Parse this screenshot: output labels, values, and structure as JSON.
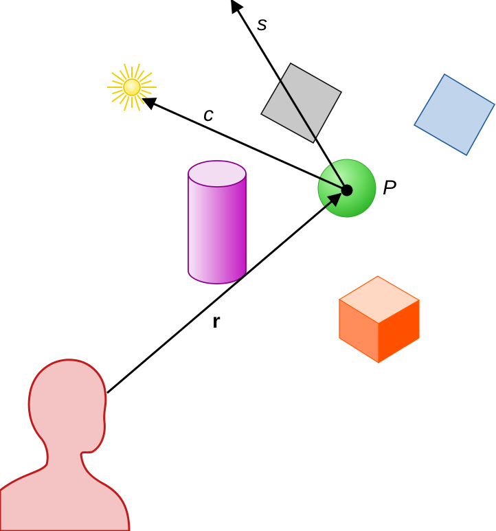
{
  "labels": {
    "point": "P",
    "shadow_ray": "s",
    "light_ray": "c",
    "view_ray": "r"
  },
  "colors": {
    "stroke": "#000000",
    "light": "#ffee44",
    "light_rays": "#f2d000",
    "gray_box": "#c8c8c8",
    "blue_box": "#c0d4ec",
    "blue_box_edge": "#1f5c9a",
    "cylinder_light": "#f6e8f6",
    "cylinder_dark": "#c419c4",
    "cube_top": "#ffd8c4",
    "cube_left": "#ff8c5a",
    "cube_right": "#ff5000",
    "sphere_light": "#a6f29a",
    "sphere_dark": "#36bf2e",
    "person_fill": "#f4c3c3",
    "person_edge": "#c01c1c"
  },
  "icons": [
    "sun-light-icon",
    "person-viewer-icon"
  ]
}
